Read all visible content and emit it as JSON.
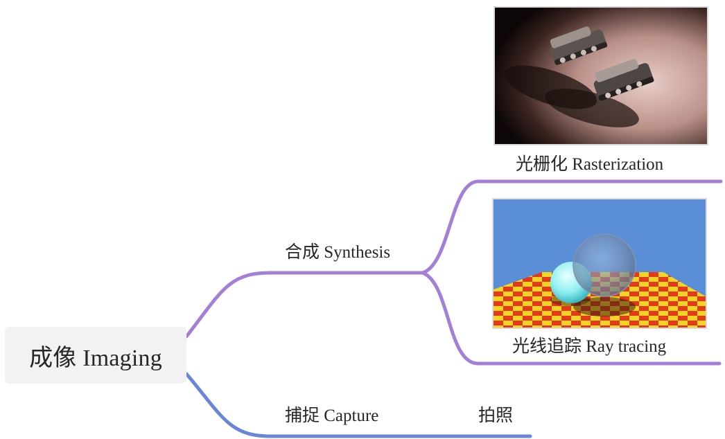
{
  "mindmap": {
    "root": {
      "label": "成像 Imaging"
    },
    "branches": {
      "synthesis": {
        "label": "合成 Synthesis",
        "color": "#a37fd8",
        "children": {
          "rasterization": {
            "label": "光栅化 Rasterization"
          },
          "ray_tracing": {
            "label": "光线追踪 Ray tracing"
          }
        }
      },
      "capture": {
        "label": "捕捉 Capture",
        "color": "#6b86d9",
        "children": {
          "photo": {
            "label": "拍照"
          }
        }
      }
    }
  }
}
